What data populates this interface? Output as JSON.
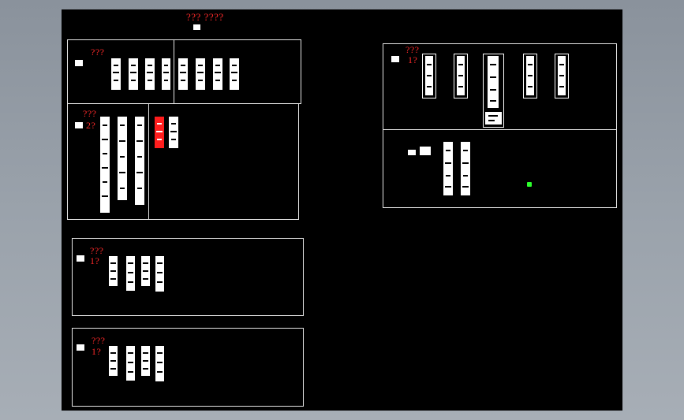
{
  "drawing": {
    "title": "??? ????",
    "panels": {
      "top_left_label": "???",
      "mid_left_label_1": "???",
      "mid_left_label_2": "2?",
      "right_label_1": "???",
      "right_label_2": "1?",
      "lower1_label_1": "???",
      "lower1_label_2": "1?",
      "lower2_label_1": "???",
      "lower2_label_2": "1?"
    }
  },
  "colors": {
    "background": "#000000",
    "lines": "#e6e6e6",
    "labels": "#ff2a2a",
    "highlight": "#ff1d1d",
    "marker": "#2cff2c"
  }
}
